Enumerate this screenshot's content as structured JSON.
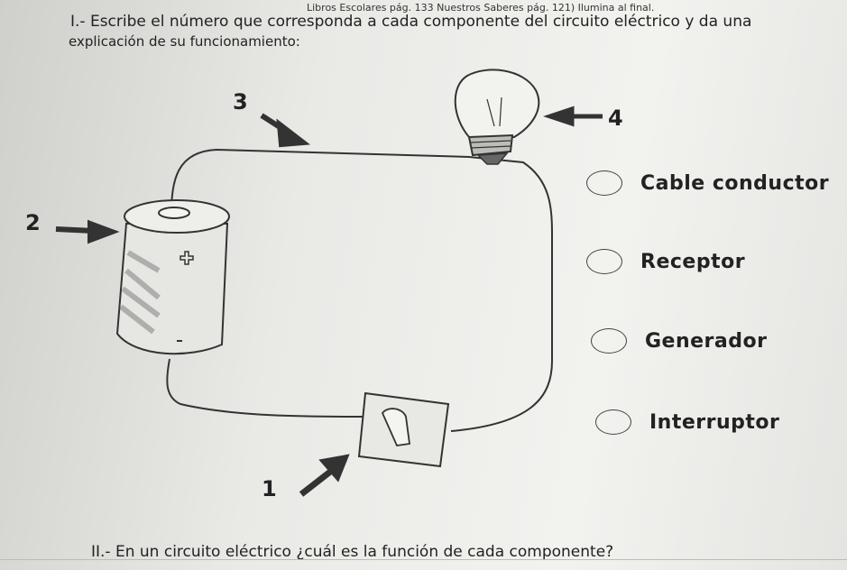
{
  "header_note": "Libros Escolares pág. 133 Nuestros Saberes pág. 121) Ilumina al final.",
  "question1": {
    "line1": "I.- Escribe el número que corresponda a cada componente del circuito eléctrico y da una",
    "line2": "explicación de su funcionamiento:"
  },
  "diagram_numbers": {
    "n1": "1",
    "n2": "2",
    "n3": "3",
    "n4": "4"
  },
  "options": [
    {
      "label": "Cable conductor"
    },
    {
      "label": "Receptor"
    },
    {
      "label": "Generador"
    },
    {
      "label": "Interruptor"
    }
  ],
  "question2": "II.- En un circuito eléctrico ¿cuál es la función de cada componente?"
}
